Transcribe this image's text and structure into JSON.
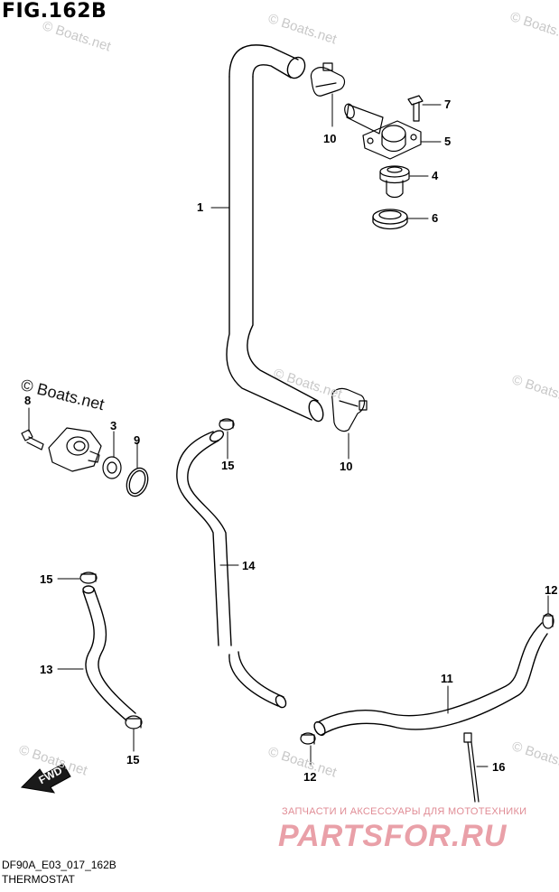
{
  "figure": {
    "title": "FIG.162B",
    "code": "DF90A_E03_017_162B",
    "caption": "THERMOSTAT"
  },
  "callouts": {
    "c1": "1",
    "c3": "3",
    "c4": "4",
    "c5": "5",
    "c6": "6",
    "c7": "7",
    "c8": "8",
    "c9": "9",
    "c10a": "10",
    "c10b": "10",
    "c11": "11",
    "c12a": "12",
    "c12b": "12",
    "c13": "13",
    "c14": "14",
    "c15a": "15",
    "c15b": "15",
    "c15c": "15",
    "c16": "16"
  },
  "direction_arrow": {
    "label": "FWD"
  },
  "watermarks": {
    "copyright_dark": "© Boats.net",
    "copyright_light": "© Boats.net"
  },
  "branding": {
    "promo_text": "ЗАПЧАСТИ И АКСЕССУАРЫ ДЛЯ МОТОТЕХНИКИ",
    "logo_text": "PARTSFOR.RU"
  },
  "colors": {
    "line": "#000000",
    "watermark": "#c8c8c8",
    "brand": "#e9a0a8"
  }
}
